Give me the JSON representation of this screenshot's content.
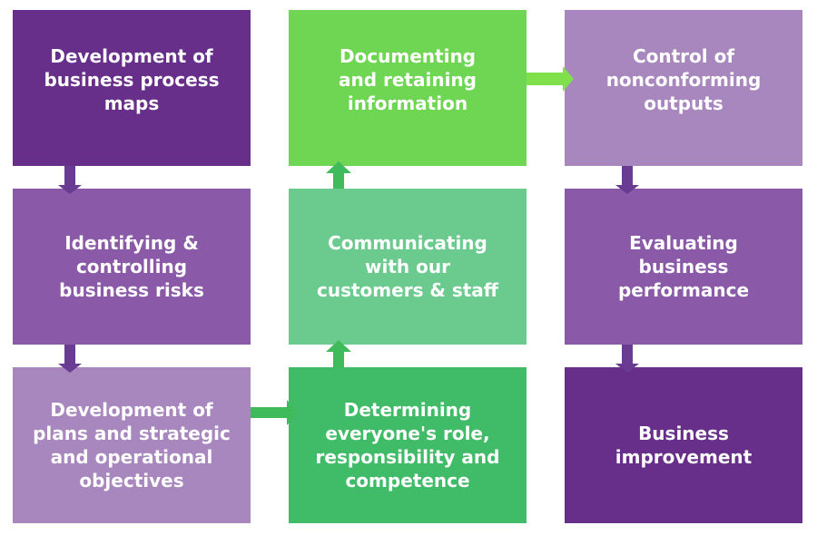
{
  "colors": {
    "purple_dark": "#672f8a",
    "purple_mid": "#8a5aa8",
    "purple_light": "#a886be",
    "green_light": "#6fd653",
    "green_pale": "#6bcb8e",
    "green_mid": "#40bb67",
    "arrow_purple": "#6a3b92",
    "arrow_green_light": "#7fe04b",
    "arrow_green": "#3fbb5c"
  },
  "boxes": {
    "process_maps": "Development of\nbusiness process\nmaps",
    "risks": "Identifying &\ncontrolling\nbusiness risks",
    "plans": "Development of\nplans and strategic\nand operational\nobjectives",
    "roles": "Determining\neveryone's role,\nresponsibility and\ncompetence",
    "communicating": "Communicating\nwith our\ncustomers & staff",
    "documenting": "Documenting\nand retaining\ninformation",
    "nonconforming": "Control of\nnonconforming\noutputs",
    "evaluating": "Evaluating\nbusiness\nperformance",
    "improvement": "Business\nimprovement"
  }
}
